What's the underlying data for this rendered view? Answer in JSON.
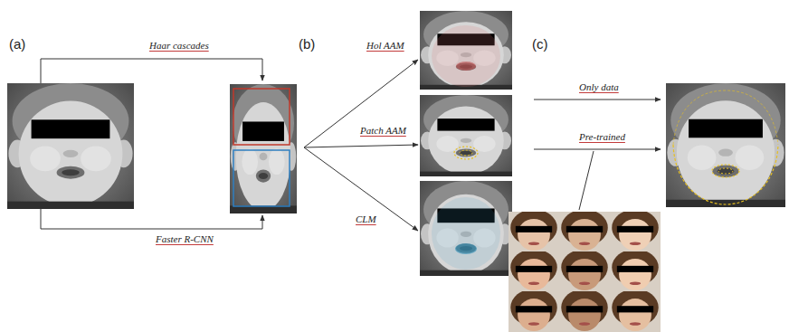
{
  "diagram": {
    "labels": [
      "(a)",
      "Haar cascades",
      "Faster R-CNN",
      "(b)",
      "Hol AAM",
      "Patch AAM",
      "CLM",
      "(c)",
      "Only data",
      "Pre-trained"
    ]
  }
}
